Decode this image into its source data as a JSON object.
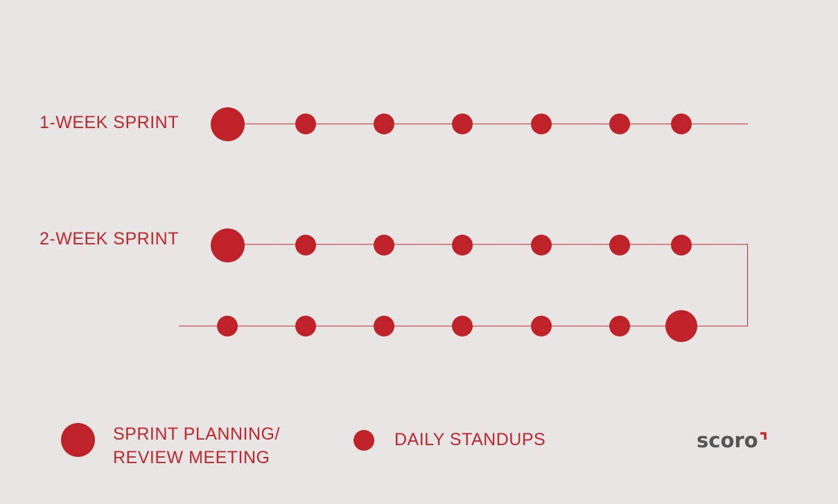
{
  "rows": {
    "one_week": {
      "label": "1-WEEK SPRINT"
    },
    "two_week": {
      "label": "2-WEEK SPRINT"
    }
  },
  "legend": {
    "meeting_line1": "SPRINT PLANNING/",
    "meeting_line2": "REVIEW MEETING",
    "standups": "DAILY STANDUPS"
  },
  "logo": {
    "text": "scoro",
    "name": "scoro-logo"
  },
  "colors": {
    "background": "#e8e6e4",
    "accent": "#bf2228",
    "logo": "#555555"
  }
}
